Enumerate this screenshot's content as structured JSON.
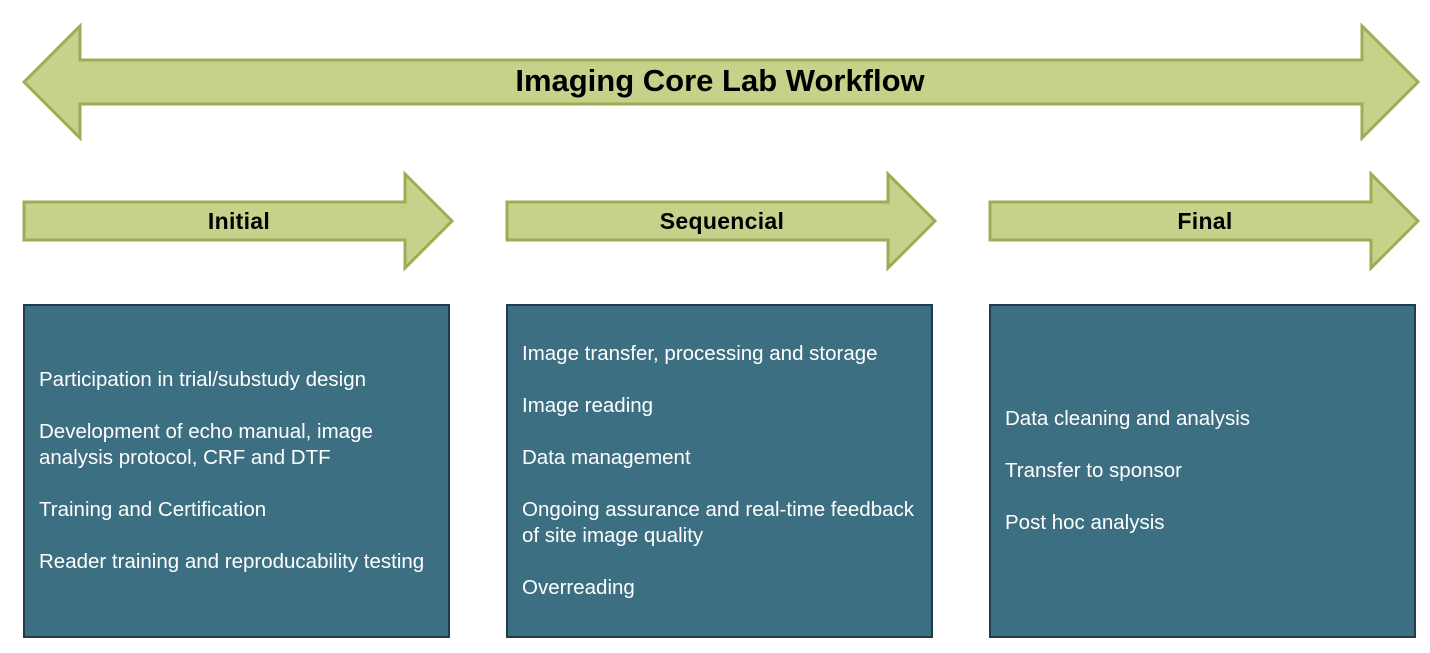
{
  "title": "Imaging Core Lab Workflow",
  "colors": {
    "arrow_fill": "#c8d18a",
    "arrow_stroke": "#9aae55",
    "box_fill": "#3d6f82",
    "box_border": "#1f3d4b",
    "box_text": "#ffffff"
  },
  "phases": [
    {
      "label": "Initial",
      "items": [
        "Participation in trial/substudy design",
        "Development of echo manual, image analysis protocol, CRF and DTF",
        "Training and Certification",
        "Reader training and reproducability testing"
      ]
    },
    {
      "label": "Sequencial",
      "items": [
        "Image transfer, processing and storage",
        "Image reading",
        "Data management",
        "Ongoing assurance and real-time feedback of site image quality",
        "Overreading"
      ]
    },
    {
      "label": "Final",
      "items": [
        "Data cleaning and analysis",
        "Transfer to sponsor",
        "Post hoc analysis"
      ]
    }
  ]
}
